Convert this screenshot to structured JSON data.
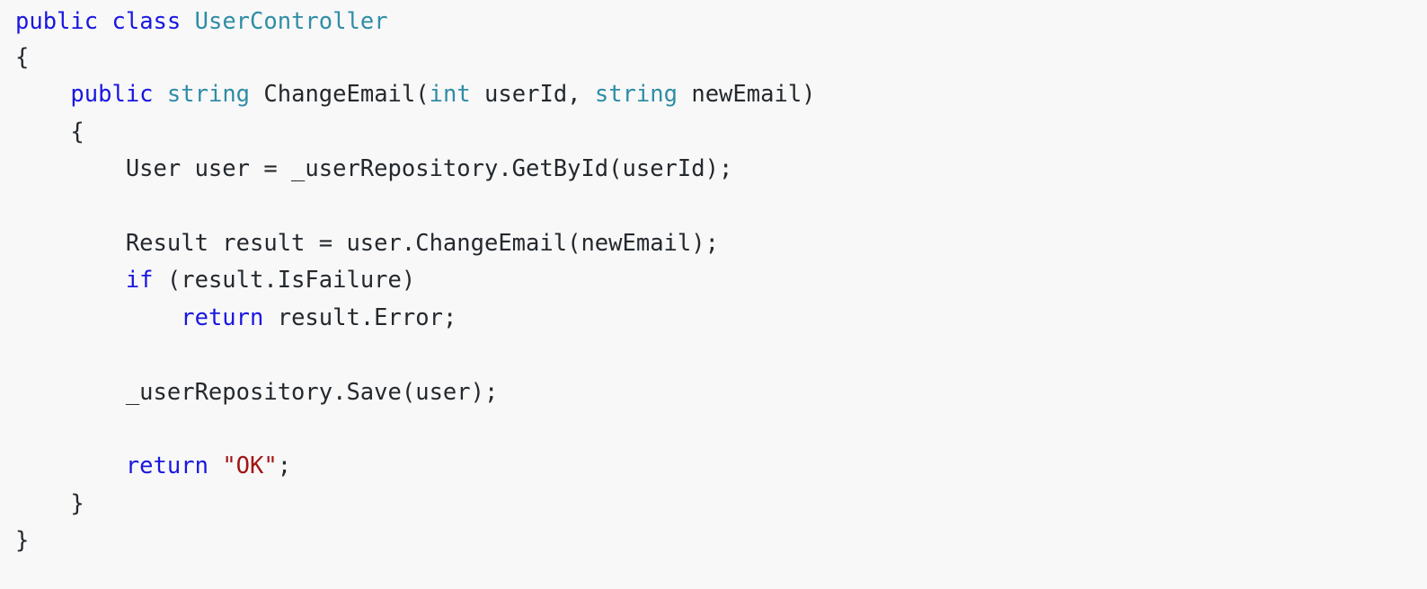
{
  "editor": {
    "language": "csharp",
    "background_color": "#f8f8f8",
    "colors": {
      "keyword": "#1a16e0",
      "type": "#2f8da6",
      "string": "#a31515",
      "plain": "#24292e"
    },
    "indent_unit": "    ",
    "line_count": 15
  },
  "code": {
    "lines": [
      {
        "id": "line-1",
        "text": "public class UserController",
        "tokens": [
          {
            "t": "public",
            "k": "keyword"
          },
          {
            "t": " ",
            "k": "plain"
          },
          {
            "t": "class",
            "k": "keyword"
          },
          {
            "t": " ",
            "k": "plain"
          },
          {
            "t": "UserController",
            "k": "type"
          }
        ]
      },
      {
        "id": "line-2",
        "text": "{",
        "tokens": [
          {
            "t": "{",
            "k": "punct"
          }
        ]
      },
      {
        "id": "line-3",
        "text": "    public string ChangeEmail(int userId, string newEmail)",
        "tokens": [
          {
            "t": "    ",
            "k": "plain"
          },
          {
            "t": "public",
            "k": "keyword"
          },
          {
            "t": " ",
            "k": "plain"
          },
          {
            "t": "string",
            "k": "type"
          },
          {
            "t": " ",
            "k": "plain"
          },
          {
            "t": "ChangeEmail",
            "k": "plain"
          },
          {
            "t": "(",
            "k": "punct"
          },
          {
            "t": "int",
            "k": "type"
          },
          {
            "t": " userId, ",
            "k": "plain"
          },
          {
            "t": "string",
            "k": "type"
          },
          {
            "t": " newEmail",
            "k": "plain"
          },
          {
            "t": ")",
            "k": "punct"
          }
        ]
      },
      {
        "id": "line-4",
        "text": "    {",
        "tokens": [
          {
            "t": "    ",
            "k": "plain"
          },
          {
            "t": "{",
            "k": "punct"
          }
        ]
      },
      {
        "id": "line-5",
        "text": "        User user = _userRepository.GetById(userId);",
        "tokens": [
          {
            "t": "        User user = _userRepository.GetById(userId);",
            "k": "plain"
          }
        ]
      },
      {
        "id": "line-6",
        "text": "",
        "tokens": []
      },
      {
        "id": "line-7",
        "text": "        Result result = user.ChangeEmail(newEmail);",
        "tokens": [
          {
            "t": "        Result result = user.ChangeEmail(newEmail);",
            "k": "plain"
          }
        ]
      },
      {
        "id": "line-8",
        "text": "        if (result.IsFailure)",
        "tokens": [
          {
            "t": "        ",
            "k": "plain"
          },
          {
            "t": "if",
            "k": "keyword"
          },
          {
            "t": " (result.IsFailure)",
            "k": "plain"
          }
        ]
      },
      {
        "id": "line-9",
        "text": "            return result.Error;",
        "tokens": [
          {
            "t": "            ",
            "k": "plain"
          },
          {
            "t": "return",
            "k": "keyword"
          },
          {
            "t": " result.Error;",
            "k": "plain"
          }
        ]
      },
      {
        "id": "line-10",
        "text": "",
        "tokens": []
      },
      {
        "id": "line-11",
        "text": "        _userRepository.Save(user);",
        "tokens": [
          {
            "t": "        _userRepository.Save(user);",
            "k": "plain"
          }
        ]
      },
      {
        "id": "line-12",
        "text": "",
        "tokens": []
      },
      {
        "id": "line-13",
        "text": "        return \"OK\";",
        "tokens": [
          {
            "t": "        ",
            "k": "plain"
          },
          {
            "t": "return",
            "k": "keyword"
          },
          {
            "t": " ",
            "k": "plain"
          },
          {
            "t": "\"OK\"",
            "k": "string"
          },
          {
            "t": ";",
            "k": "punct"
          }
        ]
      },
      {
        "id": "line-14",
        "text": "    }",
        "tokens": [
          {
            "t": "    ",
            "k": "plain"
          },
          {
            "t": "}",
            "k": "punct"
          }
        ]
      },
      {
        "id": "line-15",
        "text": "}",
        "tokens": [
          {
            "t": "}",
            "k": "punct"
          }
        ]
      }
    ]
  }
}
